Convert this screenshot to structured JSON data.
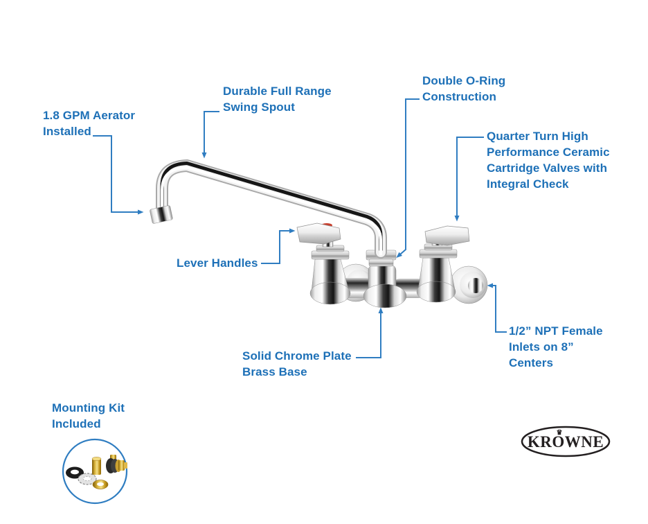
{
  "colors": {
    "label_text": "#1D70B7",
    "connector": "#2F7DC1",
    "kit_circle": "#2F7DC1",
    "logo": "#231F20",
    "handle_accent": "#C8402E",
    "brass": "#C9992B"
  },
  "callouts": {
    "aerator": {
      "text": "1.8 GPM Aerator\nInstalled"
    },
    "swing_spout": {
      "text": "Durable Full Range\nSwing Spout"
    },
    "o_ring": {
      "text": "Double O-Ring\nConstruction"
    },
    "cartridge": {
      "text": "Quarter Turn High\nPerformance Ceramic\nCartridge Valves with\nIntegral Check"
    },
    "lever_handles": {
      "text": "Lever Handles"
    },
    "base": {
      "text": "Solid Chrome Plate\nBrass Base"
    },
    "inlets": {
      "text": "1/2” NPT Female\nInlets on 8”\nCenters"
    },
    "mounting_kit": {
      "text": "Mounting Kit\nIncluded"
    }
  },
  "logo": {
    "brand": "Krowne",
    "wordmark": "KROWNE",
    "crown_glyph": "♛"
  }
}
